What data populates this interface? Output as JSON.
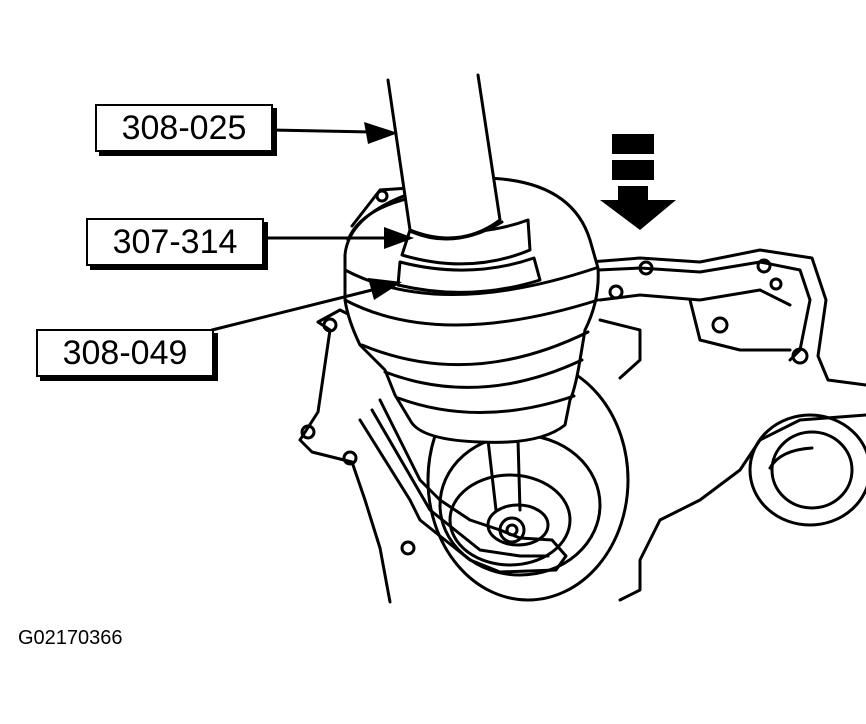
{
  "callouts": {
    "tool_upper": "308-025",
    "tool_middle": "307-314",
    "tool_lower": "308-049"
  },
  "figure_id": "G02170366",
  "colors": {
    "line": "#000000",
    "background": "#ffffff"
  }
}
